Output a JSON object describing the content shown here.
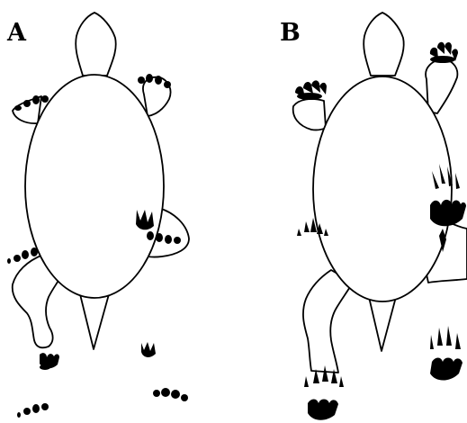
{
  "panels": [
    {
      "id": "a",
      "label": "A"
    },
    {
      "id": "b",
      "label": "B"
    }
  ],
  "colors": {
    "ink": "#000000",
    "background": "#ffffff"
  },
  "subject": "turtle-dorsal-outline-with-footprints"
}
